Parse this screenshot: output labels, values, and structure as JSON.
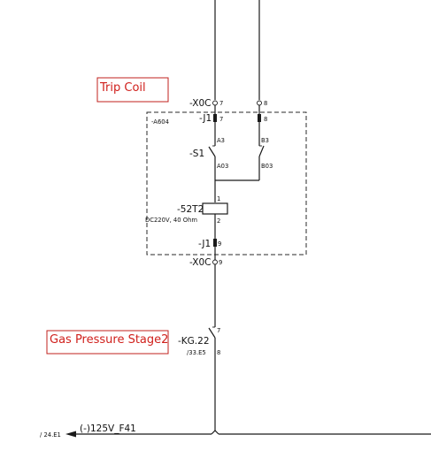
{
  "annotations": {
    "trip_coil": "Trip Coil",
    "gas_pressure": "Gas Pressure Stage2"
  },
  "device_box": {
    "label": "-A604"
  },
  "terminals": {
    "x0c_top": "-X0C",
    "x0c_top_pin_left": "7",
    "x0c_top_pin_right": "8",
    "j1_top": "-J1",
    "j1_top_pin_left": "7",
    "j1_top_pin_right": "8",
    "j1_bottom": "-J1",
    "j1_bottom_pin": "9",
    "x0c_bottom": "-X0C",
    "x0c_bottom_pin": "9"
  },
  "switch_s1": {
    "tag": "-S1",
    "a3": "A3",
    "a03": "A03",
    "b3": "B3",
    "b03": "B03"
  },
  "coil": {
    "tag": "-52T2",
    "pin_top": "1",
    "pin_bottom": "2",
    "rating": "DC220V, 40 Ohm"
  },
  "contact_kg": {
    "tag": "-KG.22",
    "ref": "/33.E5",
    "pin_top": "7",
    "pin_bottom": "8"
  },
  "supply": {
    "ref": "/ 24.E1",
    "label": "(-)125V_F41"
  },
  "colors": {
    "annotation_red": "#d0201c",
    "line": "#1a1a1a"
  }
}
